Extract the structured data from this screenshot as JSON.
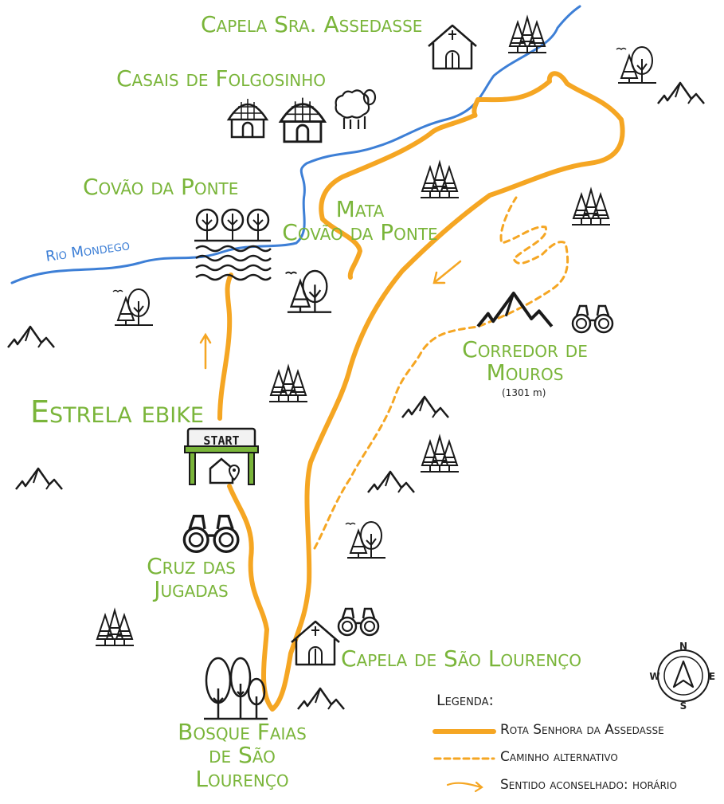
{
  "places": {
    "capela_assedasse": "Capela Sra. Assedasse",
    "casais": "Casais de Folgosinho",
    "covao_ponte": "Covão da Ponte",
    "mata_line1": "Mata",
    "mata_line2": "Covão da Ponte",
    "corredor_line1": "Corredor de",
    "corredor_line2": "Mouros",
    "corredor_alt": "(1301 m)",
    "estrela": "Estrela ebike",
    "cruz_line1": "Cruz das",
    "cruz_line2": "Jugadas",
    "capela_lourenco": "Capela de São Lourenço",
    "bosque_line1": "Bosque Faias",
    "bosque_line2": "de São",
    "bosque_line3": "Lourenço"
  },
  "river": {
    "name": "Rio Mondego",
    "color": "#3d7fd6"
  },
  "start_sign": "START",
  "compass": {
    "n": "N",
    "s": "S",
    "e": "E",
    "w": "W"
  },
  "legend": {
    "title": "Legenda:",
    "route": "Rota Senhora da Assedasse",
    "alt": "Caminho alternativo",
    "direction": "Sentido aconselhado: horário"
  },
  "colors": {
    "route": "#f5a623",
    "label": "#7ab53a",
    "ink": "#1a1a1a"
  },
  "icons": [
    "chapel-icon",
    "forest-icon",
    "tree-icon",
    "mountain-icon",
    "hut-icon",
    "sheep-icon",
    "binoculars-icon",
    "start-gate-icon",
    "compass-icon"
  ]
}
